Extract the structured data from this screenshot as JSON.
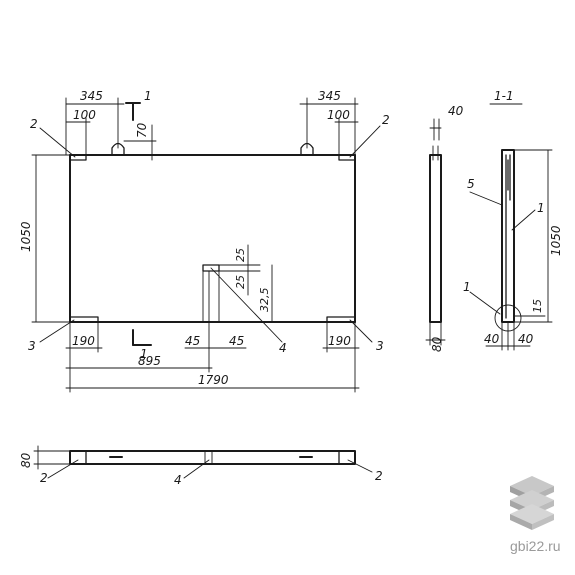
{
  "drawing": {
    "plan": {
      "dim_345_left": "345",
      "dim_100_left": "100",
      "dim_345_right": "345",
      "dim_100_right": "100",
      "dim_70": "70",
      "dim_1050": "1050",
      "dim_25_top": "25",
      "dim_25_mid": "25",
      "dim_325": "32,5",
      "dim_190_left": "190",
      "dim_895": "895",
      "dim_45_left": "45",
      "dim_45_right": "45",
      "dim_190_right": "190",
      "dim_1790": "1790",
      "cut_mark_top": "1",
      "cut_mark_bottom": "1",
      "pos_2_left": "2",
      "pos_2_right": "2",
      "pos_3_left": "3",
      "pos_3_right": "3",
      "pos_4": "4"
    },
    "side": {
      "dim_40": "40",
      "dim_80": "80"
    },
    "section": {
      "title": "1-1",
      "pos_5": "5",
      "pos_1_upper": "1",
      "pos_1_lower": "1",
      "dim_1050": "1050",
      "dim_15": "15",
      "dim_40_left": "40",
      "dim_40_right": "40"
    },
    "bottom": {
      "dim_80": "80",
      "pos_2_left": "2",
      "pos_4": "4",
      "pos_2_right": "2"
    }
  },
  "watermark": {
    "text": "gbi22.ru"
  }
}
